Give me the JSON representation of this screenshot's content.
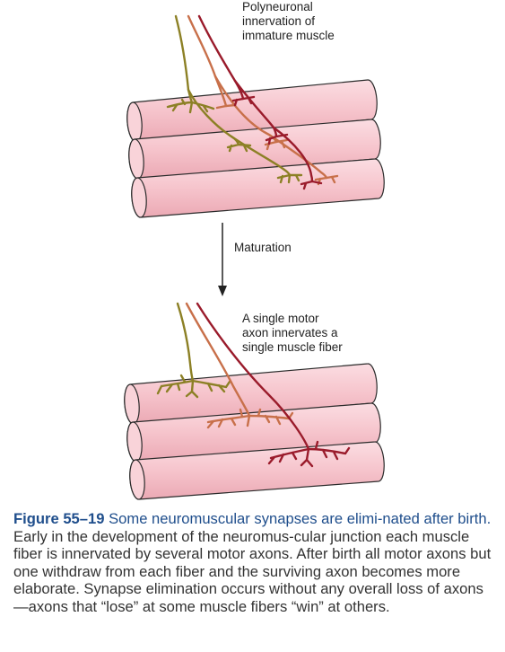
{
  "labels": {
    "top": [
      "Polyneuronal",
      "innervation of",
      "immature muscle"
    ],
    "maturation": "Maturation",
    "bottom": [
      "A single motor",
      "axon innervates a",
      "single muscle fiber"
    ]
  },
  "caption": {
    "title": "Figure 55–19",
    "lead": "Some neuromuscular synapses are elimi-nated after birth.",
    "body": "Early in the development of the neuromus-cular junction each muscle fiber is innervated by several motor axons. After birth all motor axons but one withdraw from each fiber and the surviving axon becomes more elaborate. Synapse elimination occurs without any overall loss of axons—axons that “lose” at some muscle fibers “win” at others."
  },
  "colors": {
    "fiber_fill": "#f6c4cc",
    "fiber_stroke": "#2b2b2b",
    "axon_olive": "#8c8025",
    "axon_orange": "#c8704a",
    "axon_red": "#9a1b2b"
  }
}
